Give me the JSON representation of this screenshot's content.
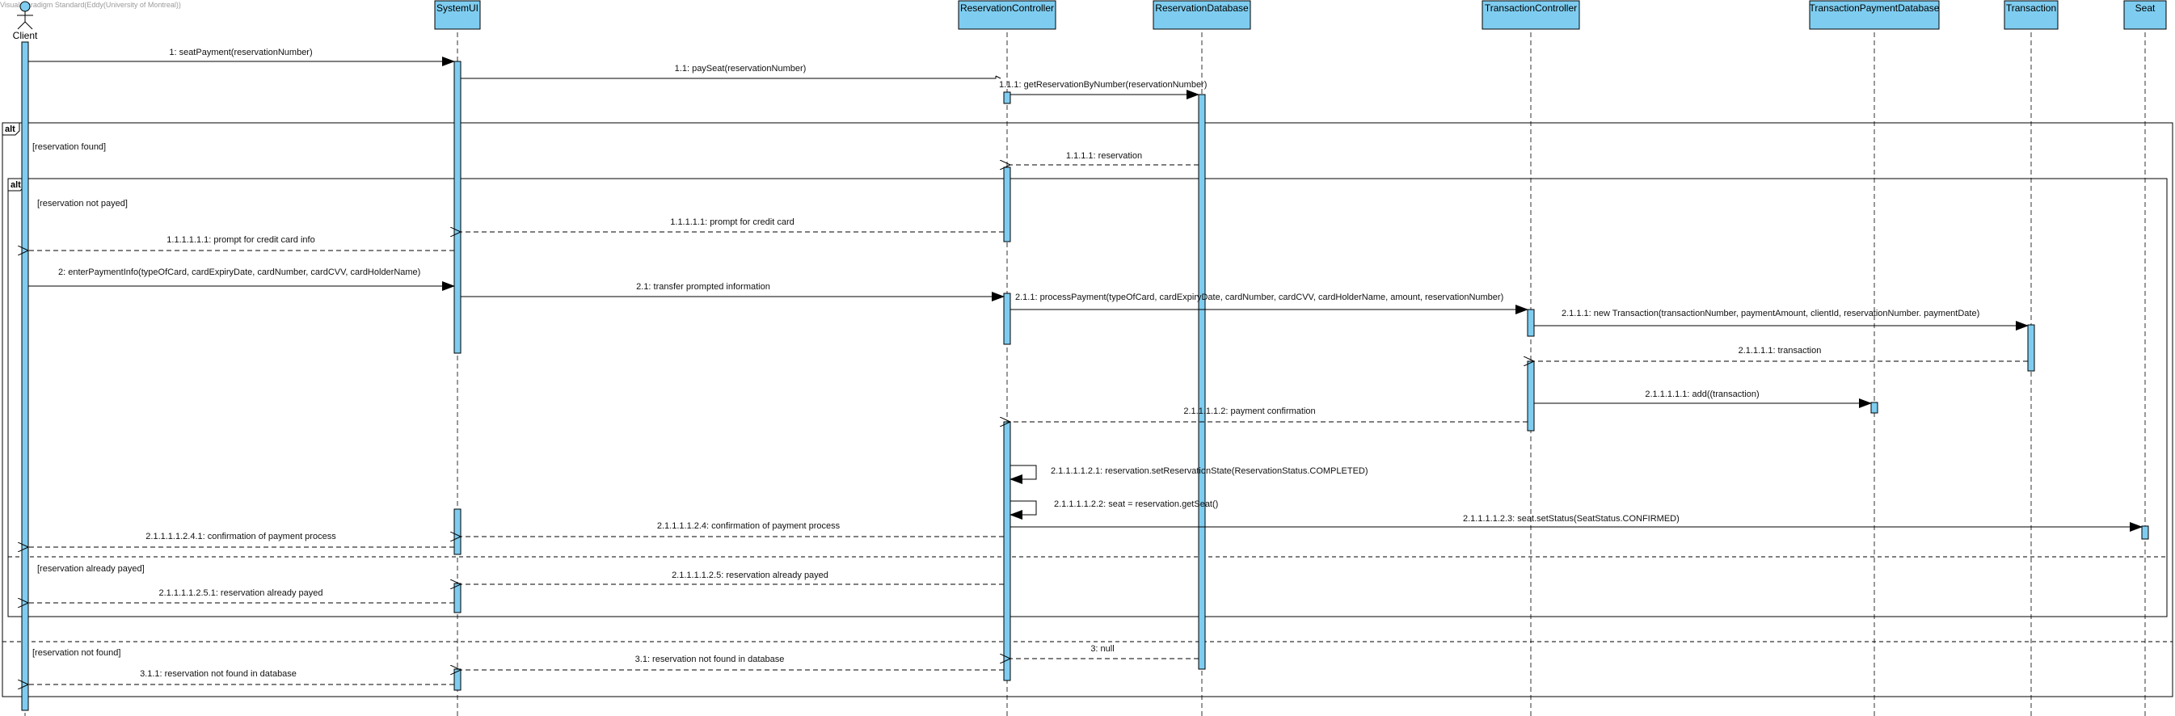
{
  "watermark": "Visual Paradigm Standard(Eddy(University of Montreal))",
  "participants": [
    {
      "id": "client",
      "label": "Client",
      "kind": "actor"
    },
    {
      "id": "systemui",
      "label": "SystemUI",
      "kind": "box"
    },
    {
      "id": "rescontroller",
      "label": "ReservationController",
      "kind": "box"
    },
    {
      "id": "resdb",
      "label": "ReservationDatabase",
      "kind": "box"
    },
    {
      "id": "transcontroller",
      "label": "TransactionController",
      "kind": "box"
    },
    {
      "id": "transpaydb",
      "label": "TransactionPaymentDatabase",
      "kind": "box"
    },
    {
      "id": "transaction",
      "label": "Transaction",
      "kind": "box"
    },
    {
      "id": "seat",
      "label": "Seat",
      "kind": "box"
    }
  ],
  "fragments": {
    "outer_tag": "alt",
    "inner_tag": "alt",
    "guards": {
      "reservation_found": "[reservation found]",
      "reservation_not_payed": "[reservation not payed]",
      "reservation_already_payed": "[reservation already payed]",
      "reservation_not_found": "[reservation not found]"
    }
  },
  "messages": [
    {
      "id": "m1",
      "text": "1: seatPayment(reservationNumber)"
    },
    {
      "id": "m2",
      "text": "1.1: paySeat(reservationNumber)"
    },
    {
      "id": "m3",
      "text": "1.1.1: getReservationByNumber(reservationNumber)"
    },
    {
      "id": "m4",
      "text": "1.1.1.1: reservation"
    },
    {
      "id": "m5",
      "text": "1.1.1.1.1: prompt for credit card"
    },
    {
      "id": "m6",
      "text": "1.1.1.1.1.1: prompt for credit card info"
    },
    {
      "id": "m7",
      "text": "2: enterPaymentInfo(typeOfCard, cardExpiryDate, cardNumber, cardCVV, cardHolderName)"
    },
    {
      "id": "m8",
      "text": "2.1: transfer prompted information"
    },
    {
      "id": "m9",
      "text": "2.1.1: processPayment(typeOfCard, cardExpiryDate, cardNumber, cardCVV, cardHolderName, amount, reservationNumber)"
    },
    {
      "id": "m10",
      "text": "2.1.1.1: new Transaction(transactionNumber, paymentAmount, clientId, reservationNumber. paymentDate)"
    },
    {
      "id": "m11",
      "text": "2.1.1.1.1: transaction"
    },
    {
      "id": "m12",
      "text": "2.1.1.1.1.1: add((transaction)"
    },
    {
      "id": "m13",
      "text": "2.1.1.1.1.2: payment confirmation"
    },
    {
      "id": "m14",
      "text": "2.1.1.1.1.2.1: reservation.setReservationState(ReservationStatus.COMPLETED)"
    },
    {
      "id": "m15",
      "text": "2.1.1.1.1.2.2: seat = reservation.getSeat()"
    },
    {
      "id": "m16",
      "text": "2.1.1.1.1.2.3: seat.setStatus(SeatStatus.CONFIRMED)"
    },
    {
      "id": "m17",
      "text": "2.1.1.1.1.2.4: confirmation of payment process"
    },
    {
      "id": "m18",
      "text": "2.1.1.1.1.2.4.1: confirmation of payment process"
    },
    {
      "id": "m19",
      "text": "2.1.1.1.1.2.5: reservation already payed"
    },
    {
      "id": "m20",
      "text": "2.1.1.1.1.2.5.1: reservation already payed"
    },
    {
      "id": "m21",
      "text": "3: null"
    },
    {
      "id": "m22",
      "text": "3.1: reservation not found in database"
    },
    {
      "id": "m23",
      "text": "3.1.1: reservation not found in database"
    }
  ],
  "colors": {
    "participant_fill": "#7ecdf0",
    "activation_fill": "#7ecdf0",
    "stroke": "#000000",
    "lifeline": "#333333"
  }
}
